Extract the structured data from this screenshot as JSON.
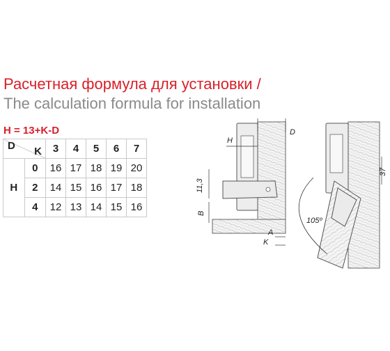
{
  "title_ru": "Расчетная формула для установки /",
  "title_en": "The calculation formula for installation",
  "formula": "H = 13+K-D",
  "table": {
    "corner_d": "D",
    "corner_k": "K",
    "row_header": "H",
    "d_values": [
      "3",
      "4",
      "5",
      "6",
      "7"
    ],
    "rows": [
      {
        "k": "0",
        "h": [
          "16",
          "17",
          "18",
          "19",
          "20"
        ]
      },
      {
        "k": "2",
        "h": [
          "14",
          "15",
          "16",
          "17",
          "18"
        ]
      },
      {
        "k": "4",
        "h": [
          "12",
          "13",
          "14",
          "15",
          "16"
        ]
      }
    ]
  },
  "diagram_labels": {
    "d": "D",
    "h": "H",
    "dim_11_3": "11,3",
    "b": "B",
    "a": "A",
    "k": "K",
    "dim_37": "37",
    "angle": "105º"
  },
  "colors": {
    "title_red": "#d8202a",
    "title_grey": "#8a8a8a"
  }
}
